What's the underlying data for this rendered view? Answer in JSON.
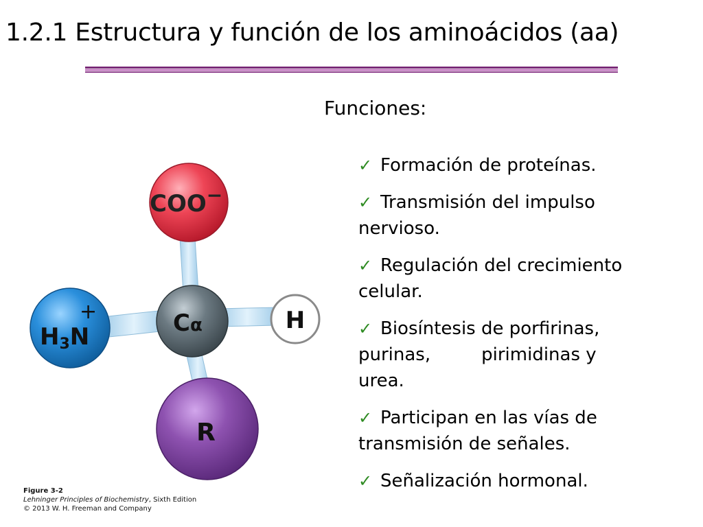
{
  "slide": {
    "title": "1.2.1 Estructura y función de los aminoácidos (aa)",
    "subtitle": "Funciones:"
  },
  "functions": [
    {
      "line1": "Formación de proteínas."
    },
    {
      "line1": "Transmisión del impulso",
      "line2": "nervioso."
    },
    {
      "line1": "Regulación del crecimiento",
      "line2": "celular."
    },
    {
      "line1": "Biosíntesis de porfirinas,",
      "line2a": "purinas,",
      "line2b": "pirimidinas y",
      "line3": "urea."
    },
    {
      "line1": "Participan en las vías de",
      "line2": "transmisión de señales."
    },
    {
      "line1": "Señalización hormonal."
    }
  ],
  "molecule": {
    "carboxyl": "COO",
    "carboxyl_charge": "−",
    "amino_h": "H",
    "amino_sub": "3",
    "amino_n": "N",
    "amino_charge": "+",
    "alpha_c": "C",
    "alpha_symbol": "α",
    "hydrogen": "H",
    "side_chain": "R",
    "colors": {
      "carboxyl": "#e8384a",
      "amino": "#2a8fdc",
      "alpha_carbon": "#6c7a82",
      "side_chain": "#8e52b0",
      "hydrogen": "#ffffff",
      "bond": "#bfe0f4"
    }
  },
  "caption": {
    "figure": "Figure 3-2",
    "book": "Lehninger Principles of Biochemistry",
    "edition": ", Sixth Edition",
    "copyright": "© 2013 W. H. Freeman and Company"
  },
  "icons": {
    "bullet": "checkmark-icon"
  },
  "colors": {
    "title_rule": "#7a2a78",
    "check": "#2e8b22"
  }
}
